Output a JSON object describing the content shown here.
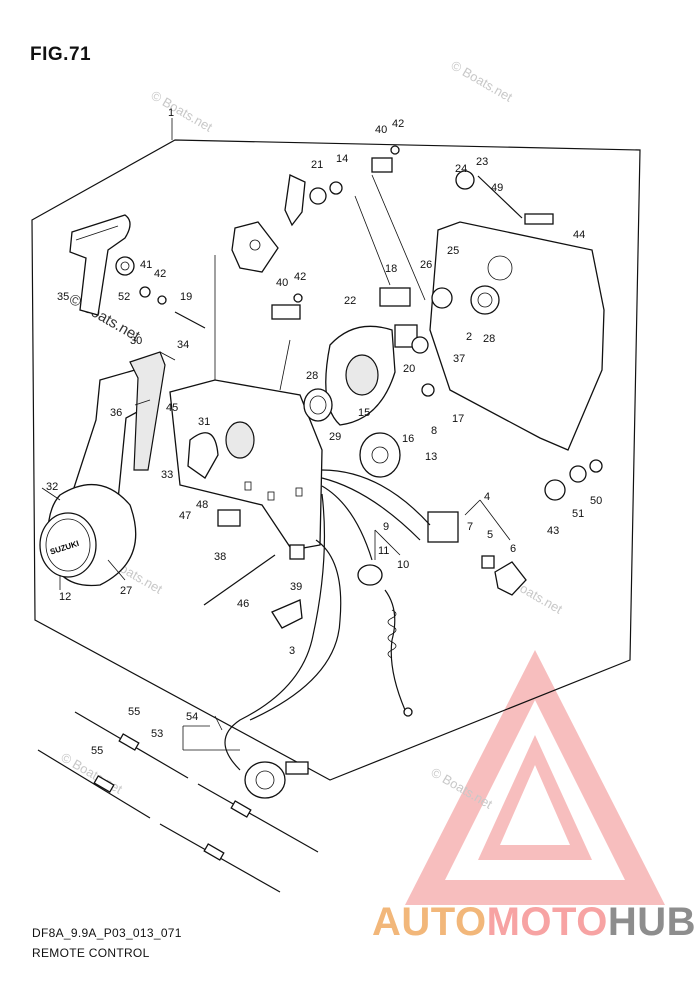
{
  "figure_title": "FIG.71",
  "footer": {
    "code": "DF8A_9.9A_P03_013_071",
    "name": "REMOTE CONTROL"
  },
  "brand": {
    "part1": "AUTO",
    "part2": "MOTO",
    "part3": "HUB",
    "colors": [
      "#f2b77a",
      "#f7a3a3",
      "#8d8d8d"
    ]
  },
  "watermark": "© Boats.net",
  "knob_text": "SUZUKI",
  "part_numbers": [
    "1",
    "2",
    "3",
    "4",
    "5",
    "6",
    "7",
    "8",
    "9",
    "10",
    "11",
    "12",
    "13",
    "14",
    "15",
    "16",
    "17",
    "18",
    "19",
    "20",
    "21",
    "22",
    "23",
    "24",
    "25",
    "26",
    "27",
    "28",
    "28",
    "29",
    "30",
    "31",
    "32",
    "33",
    "34",
    "35",
    "36",
    "37",
    "38",
    "39",
    "40",
    "40",
    "41",
    "42",
    "42",
    "42",
    "43",
    "44",
    "45",
    "46",
    "47",
    "48",
    "49",
    "50",
    "51",
    "52",
    "53",
    "54",
    "55",
    "55"
  ]
}
